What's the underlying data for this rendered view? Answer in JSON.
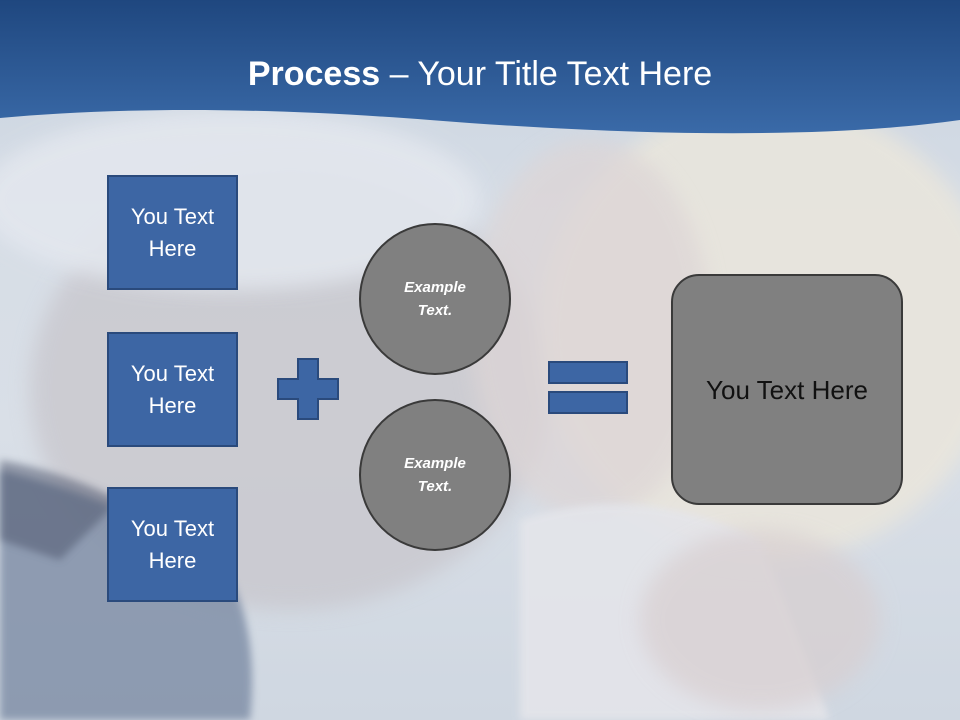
{
  "title": {
    "bold": "Process",
    "separator": " – ",
    "rest": "Your Title Text Here"
  },
  "inputs": [
    {
      "label": "You Text Here"
    },
    {
      "label": "You Text Here"
    },
    {
      "label": "You Text Here"
    }
  ],
  "plus_icon": "plus-sign",
  "examples": [
    {
      "label": "Example Text."
    },
    {
      "label": "Example Text."
    }
  ],
  "equals_icon": "equals-sign",
  "result": {
    "label": "You Text Here"
  },
  "colors": {
    "header": "#2e5a93",
    "box": "#3d66a4",
    "circle": "#808080",
    "outline": "#3a3a3a"
  }
}
